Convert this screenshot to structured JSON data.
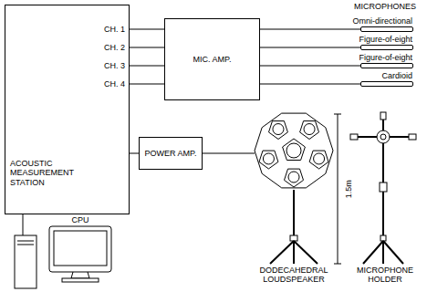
{
  "diagram": {
    "nodes": [
      {
        "text": [
          "CH. 1",
          "CH. 2",
          "CH. 3",
          "CH. 4",
          "ACOUSTIC MEASUREMENT STATION"
        ]
      },
      {
        "text": [
          "MIC. AMP."
        ]
      },
      {
        "text": [
          "POWER AMP."
        ]
      },
      {
        "text": [
          "Omni-directional"
        ]
      },
      {
        "text": [
          "Figure-of-eight"
        ]
      },
      {
        "text": [
          "Figure-of-eight"
        ]
      },
      {
        "text": [
          "Cardioid"
        ]
      }
    ],
    "edges": [
      {
        "from": 0,
        "to": 1,
        "arrow": "none"
      },
      {
        "from": 0,
        "to": 1,
        "arrow": "none"
      },
      {
        "from": 0,
        "to": 1,
        "arrow": "none"
      },
      {
        "from": 0,
        "to": 1,
        "arrow": "none"
      },
      {
        "from": 1,
        "to": 3,
        "arrow": "none"
      },
      {
        "from": 1,
        "to": 4,
        "arrow": "none"
      },
      {
        "from": 1,
        "to": 5,
        "arrow": "none"
      },
      {
        "from": 1,
        "to": 6,
        "arrow": "none"
      },
      {
        "from": 0,
        "to": 2,
        "arrow": "none"
      }
    ],
    "labels": [
      "MICROPHONES",
      "CPU",
      "1.5m",
      "DODECAHEDRAL LOUDSPEAKER",
      "MICROPHONE HOLDER"
    ]
  }
}
